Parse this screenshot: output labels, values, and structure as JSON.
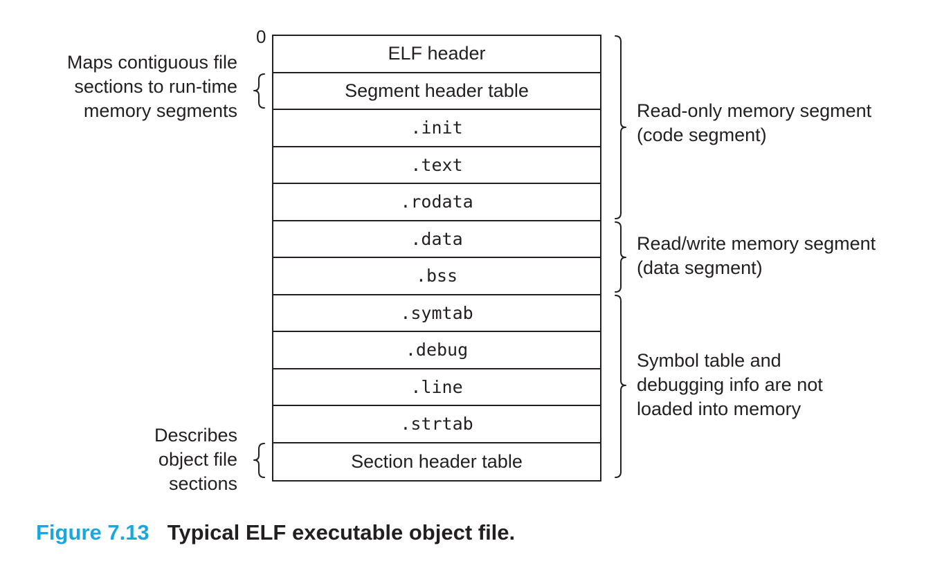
{
  "offset_label": "0",
  "sections": [
    "ELF header",
    "Segment header table",
    ".init",
    ".text",
    ".rodata",
    ".data",
    ".bss",
    ".symtab",
    ".debug",
    ".line",
    ".strtab",
    "Section header table"
  ],
  "left_notes": {
    "segment_header": [
      "Maps contiguous file",
      "sections to run-time",
      "memory segments"
    ],
    "section_header": [
      "Describes",
      "object file",
      "sections"
    ]
  },
  "right_notes": {
    "read_only": [
      "Read-only memory segment",
      "(code segment)"
    ],
    "read_write": [
      "Read/write memory segment",
      "(data segment)"
    ],
    "not_loaded": [
      "Symbol table and",
      "debugging info are not",
      "loaded into memory"
    ]
  },
  "caption": {
    "number": "Figure 7.13",
    "title": "Typical ELF executable object file."
  },
  "colors": {
    "caption_number": "#1aa7e0",
    "ink": "#231f20"
  }
}
